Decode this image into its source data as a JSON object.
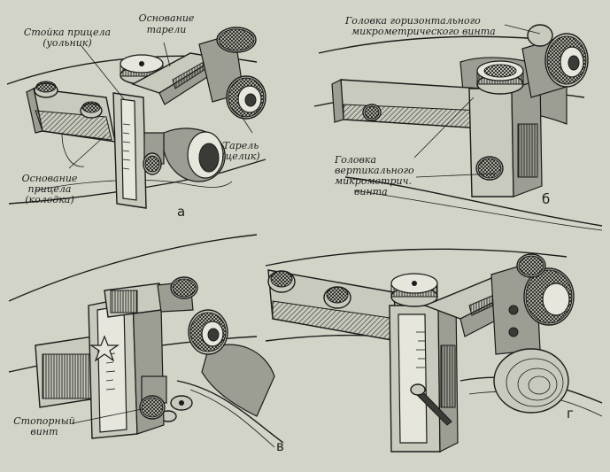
{
  "panel_a": {
    "letter": "а",
    "labels": {
      "post_line1": "Стойка прицела",
      "post_line2": "(уольник)",
      "disc_base_line1": "Основание",
      "disc_base_line2": "тарели",
      "disc_line1": "Тарель",
      "disc_line2": "(целик)",
      "sight_base_line1": "Основание",
      "sight_base_line2": "прицела",
      "sight_base_line3": "(колодка)"
    }
  },
  "panel_b": {
    "letter": "б",
    "labels": {
      "horizontal_line1": "Головка горизонтального",
      "horizontal_line2": "микрометрического винта",
      "vertical_line1": "Головка",
      "vertical_line2": "вертикального",
      "vertical_line3": "микрометрич.",
      "vertical_line4": "винта"
    }
  },
  "panel_v": {
    "letter": "в",
    "labels": {
      "stop_screw_line1": "Стопорный",
      "stop_screw_line2": "винт"
    }
  },
  "panel_g": {
    "letter": "г"
  }
}
